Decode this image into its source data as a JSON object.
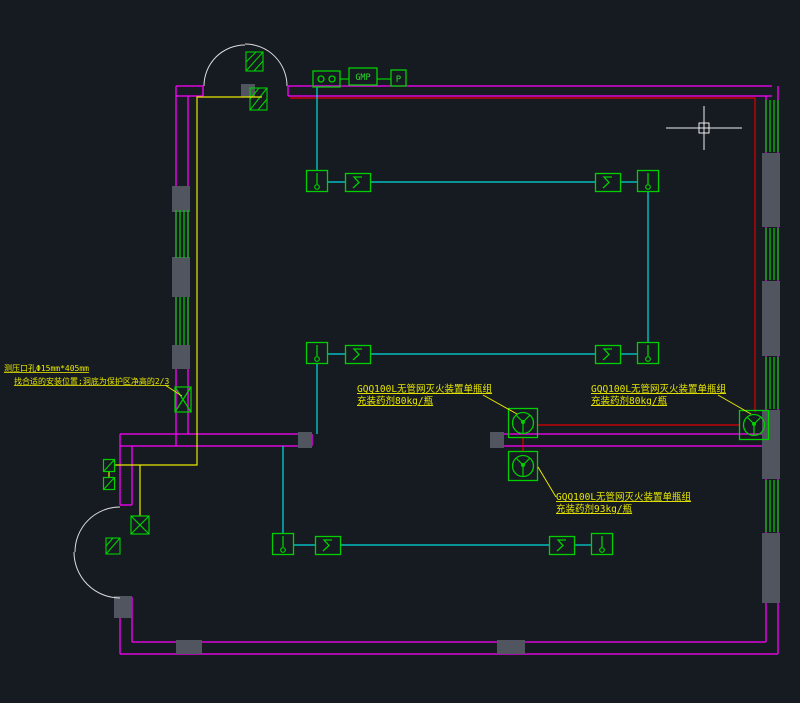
{
  "colors": {
    "background": "#161a21",
    "wall_magenta": "#ff00ff",
    "device_green": "#00d000",
    "circuit_cyan": "#00dede",
    "pipe_red": "#e00000",
    "annotation_yellow": "#e8e800",
    "cursor_white": "#eeeeee",
    "column_gray": "#515560"
  },
  "panel": {
    "gmp_label": "GMP",
    "p_label": "P"
  },
  "annotations": {
    "pressure_port_line1": "测压口孔Φ15mm*405mm",
    "pressure_port_line2": "找合适的安装位置;洞底为保护区净高的2/3",
    "unit_mid_line1": "GQQ100L无管网灭火装置单瓶组",
    "unit_mid_line2": "充装药剂80kg/瓶",
    "unit_right_line1": "GQQ100L无管网灭火装置单瓶组",
    "unit_right_line2": "充装药剂80kg/瓶",
    "unit_bottom_line1": "GQQ100L无管网灭火装置单瓶组",
    "unit_bottom_line2": "充装药剂93kg/瓶"
  }
}
